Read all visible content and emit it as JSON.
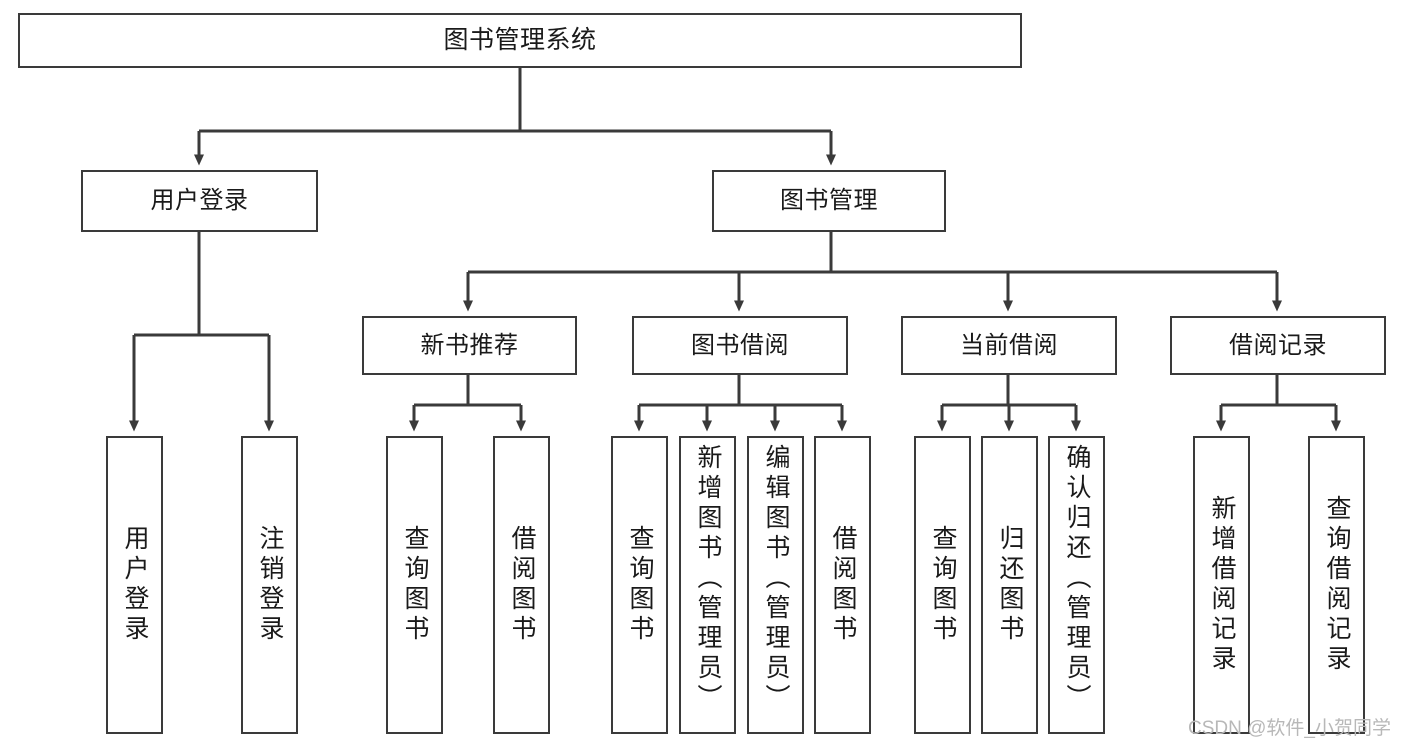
{
  "diagram": {
    "type": "tree-hierarchy",
    "title": "图书管理系统",
    "orientation": "top-down",
    "colors": {
      "box_border": "#3a3a3a",
      "box_fill": "#ffffff",
      "connector": "#3a3a3a",
      "text": "#1a1a1a",
      "watermark": "#b8b8b8",
      "background": "#ffffff"
    },
    "watermark": "CSDN @软件_小贺同学",
    "nodes": {
      "root": {
        "label": "图书管理系统"
      },
      "level2": [
        {
          "id": "user-login",
          "label": "用户登录"
        },
        {
          "id": "book-manage",
          "label": "图书管理"
        }
      ],
      "level3": [
        {
          "id": "new-book-recommend",
          "label": "新书推荐"
        },
        {
          "id": "book-borrow",
          "label": "图书借阅"
        },
        {
          "id": "current-borrow",
          "label": "当前借阅"
        },
        {
          "id": "borrow-record",
          "label": "借阅记录"
        }
      ],
      "leaves": {
        "user_login": [
          {
            "id": "leaf-user-login",
            "label": "用户登录"
          },
          {
            "id": "leaf-user-logout",
            "label": "注销登录"
          }
        ],
        "new_book_recommend": [
          {
            "id": "leaf-query-book-1",
            "label": "查询图书"
          },
          {
            "id": "leaf-borrow-book-1",
            "label": "借阅图书"
          }
        ],
        "book_borrow": [
          {
            "id": "leaf-query-book-2",
            "label": "查询图书"
          },
          {
            "id": "leaf-add-book",
            "label": "新增图书（管理员）"
          },
          {
            "id": "leaf-edit-book",
            "label": "编辑图书（管理员）"
          },
          {
            "id": "leaf-borrow-book-2",
            "label": "借阅图书"
          }
        ],
        "current_borrow": [
          {
            "id": "leaf-query-book-3",
            "label": "查询图书"
          },
          {
            "id": "leaf-return-book",
            "label": "归还图书"
          },
          {
            "id": "leaf-confirm-return",
            "label": "确认归还（管理员）"
          }
        ],
        "borrow_record": [
          {
            "id": "leaf-add-record",
            "label": "新增借阅记录"
          },
          {
            "id": "leaf-query-record",
            "label": "查询借阅记录"
          }
        ]
      }
    }
  }
}
